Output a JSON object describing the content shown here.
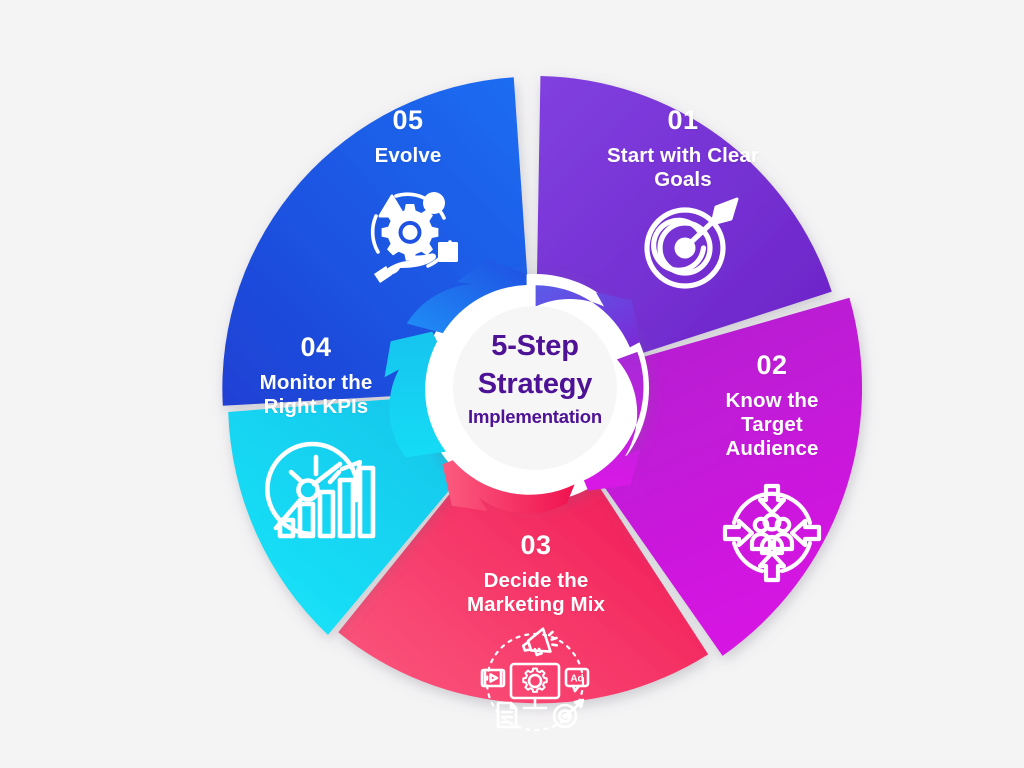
{
  "background_color": "#f5f4f5",
  "center": {
    "line1": "5-Step",
    "line2": "Strategy",
    "line3": "Implementation",
    "text_color": "#4d1296",
    "ring_bg": "#ffffff",
    "inner_bg": "#f7f6f7"
  },
  "chart_data": {
    "type": "pie",
    "title": "5-Step Strategy Implementation",
    "subtitle": "Implementation",
    "categories": [
      "Start with Clear Goals",
      "Know the Target Audience",
      "Decide the Marketing Mix",
      "Monitor the Right KPIs",
      "Evolve"
    ],
    "values": [
      20,
      20,
      20,
      20,
      20
    ],
    "value_unit": "percent",
    "legend": "none",
    "grid": false,
    "colors": [
      "#7b2cd4",
      "#c31ad8",
      "#f42a5e",
      "#15d8f5",
      "#1f5ae8"
    ],
    "labels": [
      "01",
      "02",
      "03",
      "04",
      "05"
    ]
  },
  "segments": [
    {
      "number": "01",
      "title": "Start with Clear Goals",
      "title_lines": [
        "Start with Clear",
        "Goals"
      ],
      "color_start": "#7a2bd6",
      "color_end": "#6d23c9",
      "icon": "target-dart-icon",
      "start_angle": -89,
      "end_angle": -18,
      "radius": 312
    },
    {
      "number": "02",
      "title": "Know the Target Audience",
      "title_lines": [
        "Know the",
        "Target",
        "Audience"
      ],
      "color_start": "#b41ad2",
      "color_end": "#d21ae0",
      "icon": "audience-target-icon",
      "start_angle": -16,
      "end_angle": 55,
      "radius": 327
    },
    {
      "number": "03",
      "title": "Decide the Marketing Mix",
      "title_lines": [
        "Decide the",
        "Marketing Mix"
      ],
      "color_start": "#f9456f",
      "color_end": "#ee0b4e",
      "icon": "marketing-mix-icon",
      "start_angle": 57,
      "end_angle": 128,
      "radius": 318
    },
    {
      "number": "04",
      "title": "Monitor the Right KPIs",
      "title_lines": [
        "Monitor the",
        "Right KPIs"
      ],
      "color_start": "#17e2f7",
      "color_end": "#0ec0e8",
      "icon": "kpi-gauge-chart-icon",
      "start_angle": 130,
      "end_angle": 201,
      "radius": 322
    },
    {
      "number": "05",
      "title": "Evolve",
      "title_lines": [
        "Evolve"
      ],
      "color_start": "#1b63ee",
      "color_end": "#1f47d8",
      "icon": "hand-gear-evolve-icon",
      "start_angle": 203,
      "end_angle": 274,
      "radius": 310
    }
  ],
  "ring_arrows": [
    {
      "name": "arrow-01",
      "color_start": "#8140e0",
      "color_end": "#6a27cc"
    },
    {
      "name": "arrow-02",
      "color_start": "#b42ad8",
      "color_end": "#d61ae4"
    },
    {
      "name": "arrow-03",
      "color_start": "#fa4a72",
      "color_end": "#f01550"
    },
    {
      "name": "arrow-04",
      "color_start": "#1ae0f7",
      "color_end": "#12c8ec"
    },
    {
      "name": "arrow-05",
      "color_start": "#1f63ef",
      "color_end": "#2a8ef5"
    }
  ]
}
